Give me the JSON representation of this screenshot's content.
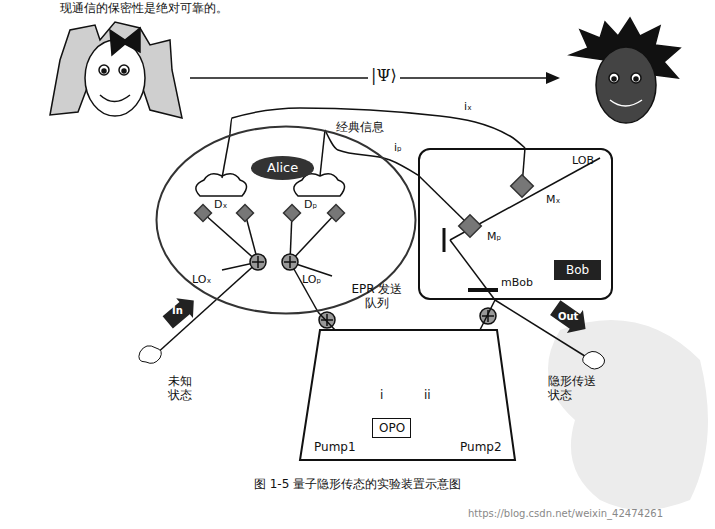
{
  "diagram": {
    "caption": "图 1-5 量子隐形传态的实验装置示意图",
    "nodes": [
      {
        "text": [
          "Alice"
        ]
      },
      {
        "text": [
          "Bob"
        ]
      },
      {
        "text": [
          "i",
          "ii",
          "Pump1",
          "Pump2"
        ]
      },
      {
        "text": [
          "OPO"
        ],
        "in": 2
      }
    ],
    "edges": [
      {
        "from": 0,
        "to": 1,
        "arrow": "none",
        "label": "iₓ"
      },
      {
        "from": 0,
        "to": 1,
        "arrow": "none",
        "label": "iₚ"
      },
      {
        "from": 2,
        "to": 0,
        "arrow": "none"
      },
      {
        "from": 2,
        "to": 1,
        "arrow": "none"
      }
    ],
    "labels": [
      "现通信的保密性是绝对可靠的。",
      "|Ψ⟩",
      "经典信息",
      "Dₓ",
      "Dₚ",
      "LOₓ",
      "LOₚ",
      "In",
      "未知状态",
      "EPR 发送队列",
      "LOB",
      "Mₓ",
      "Mₚ",
      "mBob",
      "Out",
      "隐形传送状态",
      "https://blog.csdn.net/weixin_42474261"
    ]
  }
}
